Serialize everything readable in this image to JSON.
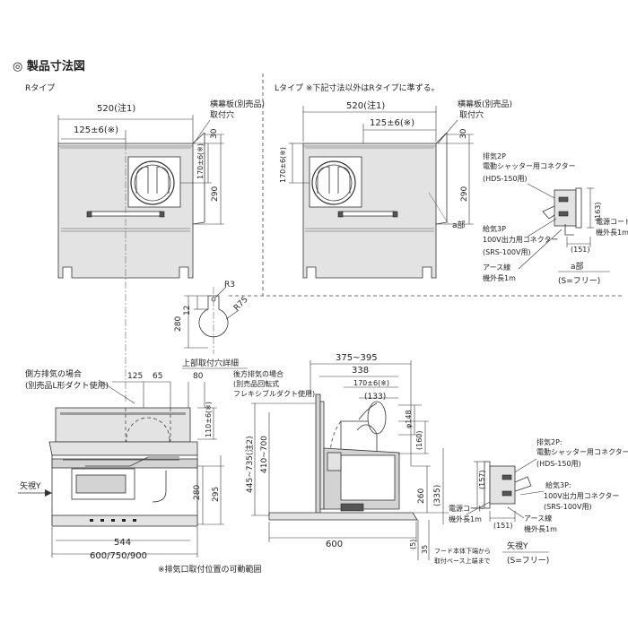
{
  "title": "◎ 製品寸法図",
  "r_type": {
    "label": "Rタイプ",
    "dim_width": "520(注1)",
    "dim_offset": "125±6(※)",
    "dim_top": "30",
    "dim_center": "170±6(※)",
    "dim_height": "290",
    "note_panel": "横幕板(別売品)",
    "note_hole": "取付穴"
  },
  "l_type": {
    "label": "Lタイプ ※下記寸法以外はRタイプに準ずる。",
    "dim_width": "520(注1)",
    "dim_offset": "125±6(※)",
    "dim_top": "30",
    "dim_center": "170±6(※)",
    "dim_height": "290",
    "note_panel": "横幕板(別売品)",
    "note_hole": "取付穴",
    "a_label": "a部"
  },
  "detail_a_l": {
    "exhaust_title": "排気2P",
    "exhaust_text": "電動シャッター用コネクター",
    "exhaust_model": "(HDS-150用)",
    "supply_title": "給気3P",
    "supply_text": "100V出力用コネクター",
    "supply_model": "(SRS-100V用)",
    "earth_line1": "アース線",
    "earth_line2": "機外長1m",
    "power_line1": "電源コード",
    "power_line2": "機外長1m",
    "dim_163": "(163)",
    "dim_151": "(151)",
    "a_part": "a部",
    "scale": "(S=フリー)"
  },
  "hole_detail": {
    "r3": "R3",
    "r75": "R75",
    "d12": "12",
    "d280": "280",
    "caption": "上部取付穴詳細"
  },
  "front_view": {
    "side_exhaust_line1": "側方排気の場合",
    "side_exhaust_line2": "(別売品L形ダクト使用)",
    "d125": "125",
    "d65": "65",
    "d80": "80",
    "d110": "110±6(※)",
    "d280": "280",
    "d295": "295",
    "d544": "544",
    "d600": "600/750/900",
    "view_y": "矢視Y",
    "footnote": "※排気口取付位置の可動範囲"
  },
  "side_view": {
    "d375": "375~395",
    "d338": "338",
    "d170": "170±6(※)",
    "d133": "(133)",
    "d148": "φ148",
    "d160": "(160)",
    "d445": "445~735(注2)",
    "d410": "410~700",
    "d260": "260",
    "d335": "(335)",
    "d5": "(5)",
    "d35": "35",
    "d600": "600",
    "rear_line1": "後方排気の場合",
    "rear_line2": "(別売品回転式",
    "rear_line3": "フレキシブルダクト使用)",
    "base_line1": "フード本体下端から",
    "base_line2": "取付ベース上端まで"
  },
  "detail_y": {
    "exhaust_title": "排気2P:",
    "exhaust_text": "電動シャッター用コネクター",
    "exhaust_model": "(HDS-150用)",
    "supply_title": "給気3P:",
    "supply_text": "100V出力用コネクター",
    "supply_model": "(SRS-100V用)",
    "power_line1": "電源コード",
    "power_line2": "機外長1m",
    "earth_line1": "アース線",
    "earth_line2": "機外長1m",
    "dim_157": "(157)",
    "dim_151": "(151)",
    "view_label": "矢視Y",
    "scale": "(S=フリー)"
  }
}
